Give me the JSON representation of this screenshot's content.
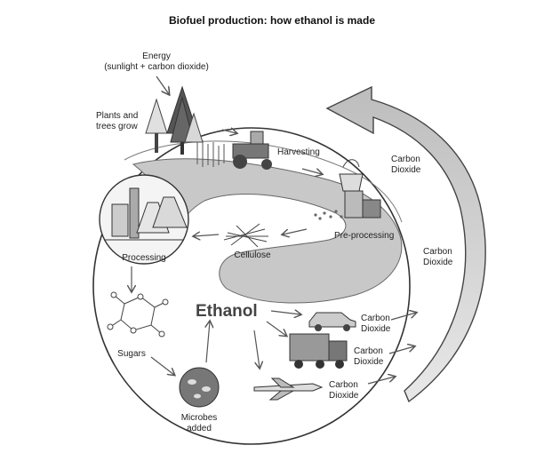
{
  "title": "Biofuel production: how ethanol is made",
  "labels": {
    "energy_line1": "Energy",
    "energy_line2": "(sunlight + carbon dioxide)",
    "plants_line1": "Plants and",
    "plants_line2": "trees grow",
    "harvesting": "Harvesting",
    "preprocessing": "Pre-processing",
    "cellulose": "Cellulose",
    "processing": "Processing",
    "sugars": "Sugars",
    "microbes_line1": "Microbes",
    "microbes_line2": "added",
    "ethanol": "Ethanol",
    "co2_outer_top_1": "Carbon",
    "co2_outer_top_2": "Dioxide",
    "co2_outer_right_1": "Carbon",
    "co2_outer_right_2": "Dioxide",
    "co2_car_1": "Carbon",
    "co2_car_2": "Dioxide",
    "co2_truck_1": "Carbon",
    "co2_truck_2": "Dioxide",
    "co2_plane_1": "Carbon",
    "co2_plane_2": "Dioxide"
  }
}
